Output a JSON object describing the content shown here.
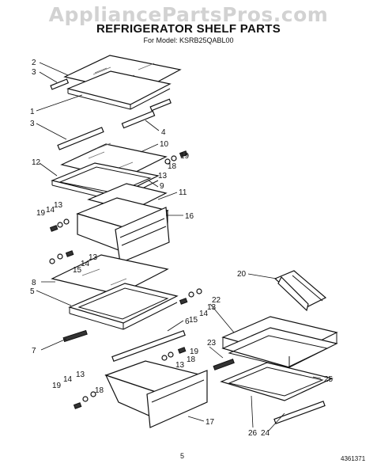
{
  "watermark": "AppliancePartsPros.com",
  "title": "REFRIGERATOR SHELF PARTS",
  "subtitle": "For Model: KSRB25QABL00",
  "page_number": "5",
  "document_number": "4361371",
  "callouts": {
    "c1": "1",
    "c2": "2",
    "c3a": "3",
    "c3b": "3",
    "c4": "4",
    "c5": "5",
    "c6": "6",
    "c7": "7",
    "c8": "8",
    "c9": "9",
    "c10": "10",
    "c11": "11",
    "c12": "12",
    "c13a": "13",
    "c13b": "13",
    "c13c": "13",
    "c13d": "13",
    "c13e": "13",
    "c13f": "13",
    "c14a": "14",
    "c14b": "14",
    "c14c": "14",
    "c14d": "14",
    "c15a": "15",
    "c15b": "15",
    "c16": "16",
    "c17": "17",
    "c18a": "18",
    "c18b": "18",
    "c18c": "18",
    "c19a": "19",
    "c19b": "19",
    "c19c": "19",
    "c19d": "19",
    "c20": "20",
    "c22": "22",
    "c23": "23",
    "c24": "24",
    "c25": "25",
    "c26": "26"
  }
}
